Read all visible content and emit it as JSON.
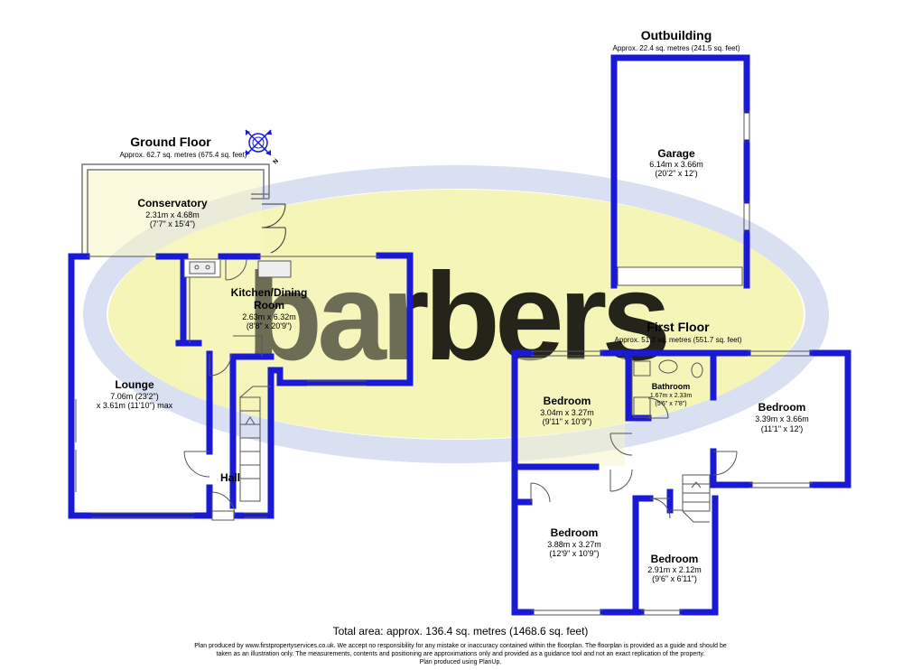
{
  "watermark": {
    "brand": "Barbers"
  },
  "floors": {
    "ground": {
      "title": "Ground Floor",
      "area": "Approx. 62.7 sq. metres (675.4 sq. feet)",
      "compass_letter": "N"
    },
    "first": {
      "title": "First Floor",
      "area": "Approx. 51.3 sq. metres (551.7 sq. feet)"
    },
    "outbuilding": {
      "title": "Outbuilding",
      "area": "Approx. 22.4 sq. metres (241.5 sq. feet)"
    }
  },
  "rooms": {
    "conservatory": {
      "name": "Conservatory",
      "metric": "2.31m x 4.68m",
      "imperial": "(7'7\" x 15'4\")"
    },
    "kitchen": {
      "name_line1": "Kitchen/Dining",
      "name_line2": "Room",
      "metric": "2.63m x 6.32m",
      "imperial": "(8'8\" x 20'9\")"
    },
    "lounge": {
      "name": "Lounge",
      "metric": "7.06m (23'2\")",
      "imperial": "x 3.61m (11'10\") max"
    },
    "hall": {
      "name": "Hall"
    },
    "garage": {
      "name": "Garage",
      "metric": "6.14m x 3.66m",
      "imperial": "(20'2\" x 12')"
    },
    "bedroom1": {
      "name": "Bedroom",
      "metric": "3.04m x 3.27m",
      "imperial": "(9'11\" x 10'9\")"
    },
    "bathroom": {
      "name": "Bathroom",
      "metric": "1.67m x 2.33m",
      "imperial": "(5'6\" x 7'8\")"
    },
    "bedroom2": {
      "name": "Bedroom",
      "metric": "3.39m x 3.66m",
      "imperial": "(11'1\" x 12')"
    },
    "bedroom3": {
      "name": "Bedroom",
      "metric": "3.88m x 3.27m",
      "imperial": "(12'9\" x 10'9\")"
    },
    "bedroom4": {
      "name": "Bedroom",
      "metric": "2.91m x 2.12m",
      "imperial": "(9'6\" x 6'11\")"
    }
  },
  "footer": {
    "total_area": "Total area: approx. 136.4 sq. metres (1468.6 sq. feet)",
    "disclaimer_line1": "Plan produced by www.firstpropertyservices.co.uk. We accept no responsibility for any mistake or inaccuracy contained within the floorplan. The floorplan is provided as a guide and should be",
    "disclaimer_line2": "taken as an illustration only. The measurements, contents and positioning are approximations only and provided as a guidance tool and not an exact replication of the property.",
    "disclaimer_line3": "Plan produced using PlanUp."
  },
  "colors": {
    "wall": "#1a1ad6",
    "room_fill": "#f7f5c4",
    "watermark_oval": "#f3f1a0",
    "watermark_ring": "#d9e0f2"
  }
}
